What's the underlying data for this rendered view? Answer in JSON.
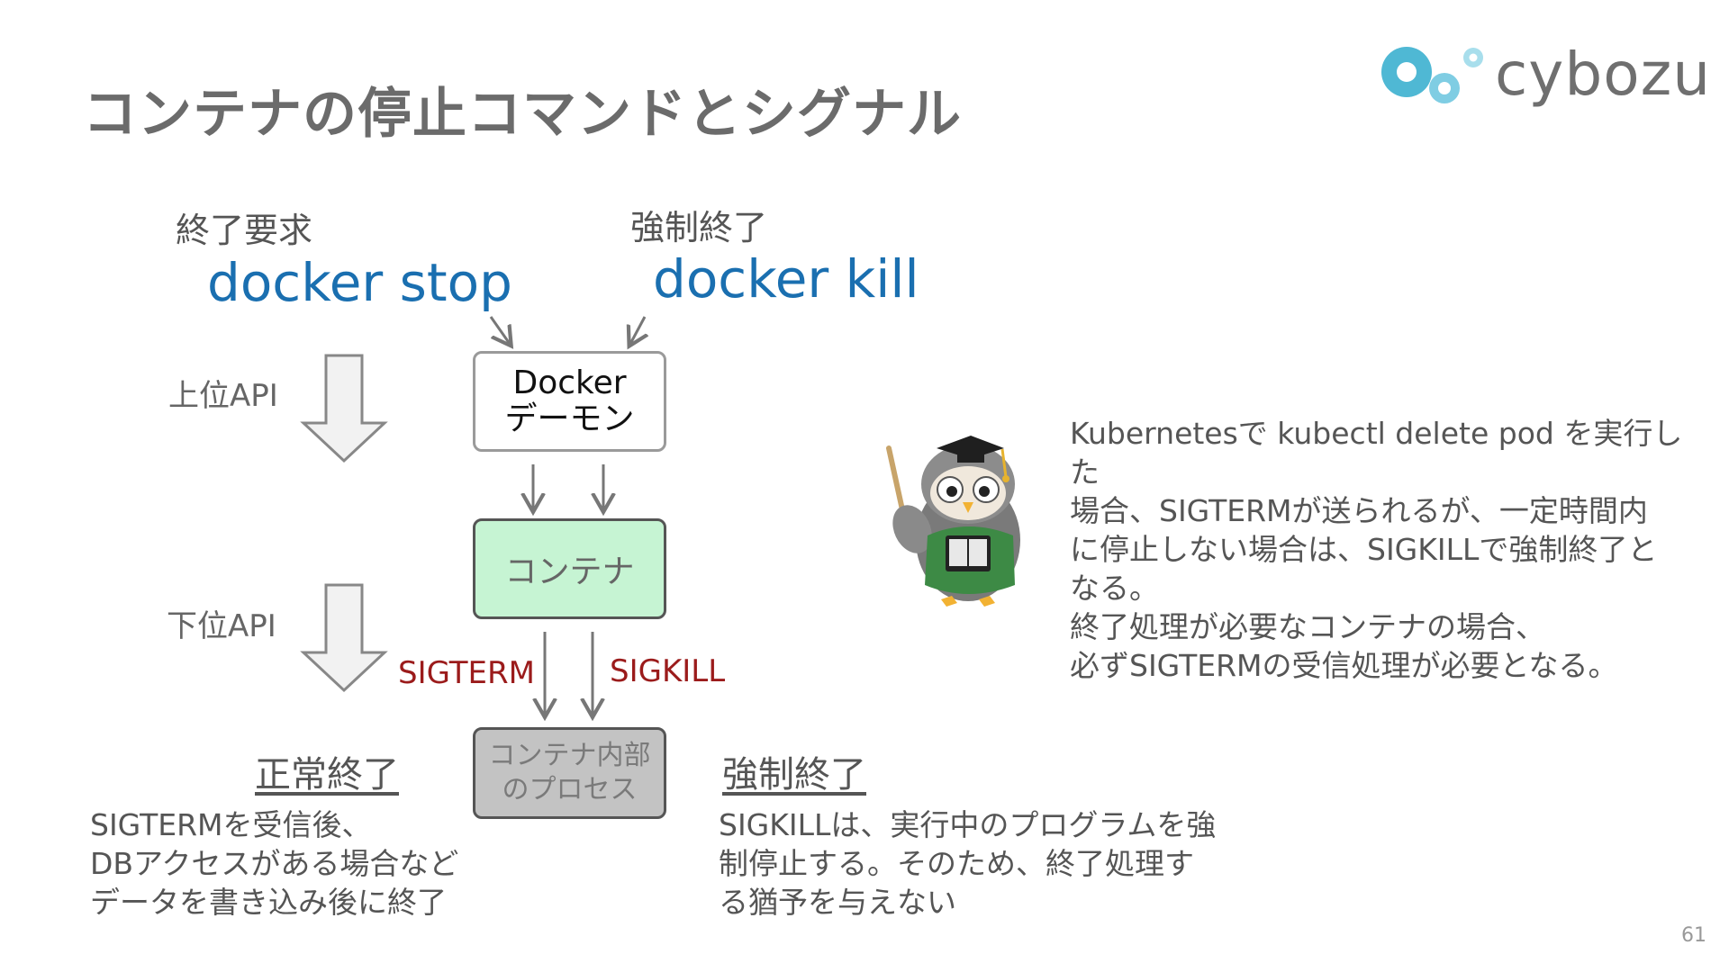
{
  "slide": {
    "title": "コンテナの停止コマンドとシグナル",
    "page_number": "61"
  },
  "logo": {
    "text": "cybozu",
    "colors": [
      "#4fb8d4",
      "#ffffff"
    ]
  },
  "left_command": {
    "label": "終了要求",
    "command": "docker stop"
  },
  "right_command": {
    "label": "強制終了",
    "command": "docker kill"
  },
  "api_levels": {
    "upper": "上位API",
    "lower": "下位API"
  },
  "boxes": {
    "daemon_line1": "Docker",
    "daemon_line2": "デーモン",
    "container": "コンテナ",
    "process_line1": "コンテナ内部",
    "process_line2": "のプロセス"
  },
  "signals": {
    "sigterm": "SIGTERM",
    "sigkill": "SIGKILL"
  },
  "normal_exit": {
    "heading": "正常終了",
    "lines": [
      "SIGTERMを受信後、",
      "DBアクセスがある場合など",
      "データを書き込み後に終了"
    ]
  },
  "forced_exit": {
    "heading": "強制終了",
    "lines": [
      "SIGKILLは、実行中のプログラムを強",
      "制停止する。そのため、終了処理す",
      "る猶予を与えない"
    ]
  },
  "explanation": {
    "paragraph1": [
      "Kubernetesで kubectl delete pod を実行した",
      "場合、SIGTERMが送られるが、一定時間内",
      "に停止しない場合は、SIGKILLで強制終了と",
      "なる。"
    ],
    "paragraph2": [
      "終了処理が必要なコンテナの場合、",
      "必ずSIGTERMの受信処理が必要となる。"
    ]
  },
  "colors": {
    "command_blue": "#1a6fb0",
    "signal_red": "#9b1b1b",
    "container_green": "#c6f4d3",
    "process_gray": "#c3c3c3",
    "title_gray": "#6b6b6b"
  },
  "icons": [
    "cybozu-logo-icon",
    "owl-teacher-icon",
    "down-arrow-icon"
  ]
}
